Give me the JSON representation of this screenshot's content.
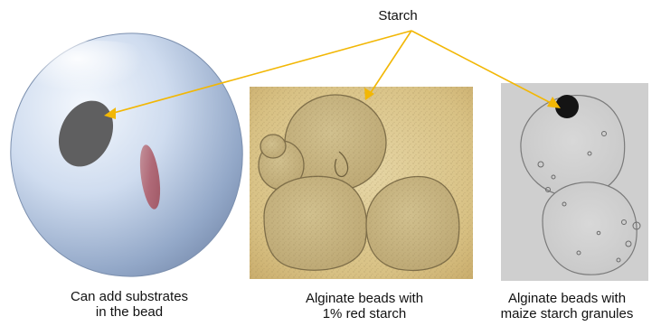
{
  "annotation": {
    "label": "Starch",
    "arrow_color": "#f2b705"
  },
  "panels": [
    {
      "id": "bead-model",
      "caption_lines": [
        "Can add substrates",
        "in the bead"
      ]
    },
    {
      "id": "red-starch-micrograph",
      "caption_lines": [
        "Alginate beads with",
        "1% red starch"
      ]
    },
    {
      "id": "maize-starch-micrograph",
      "caption_lines": [
        "Alginate beads with",
        "maize starch granules"
      ]
    }
  ]
}
